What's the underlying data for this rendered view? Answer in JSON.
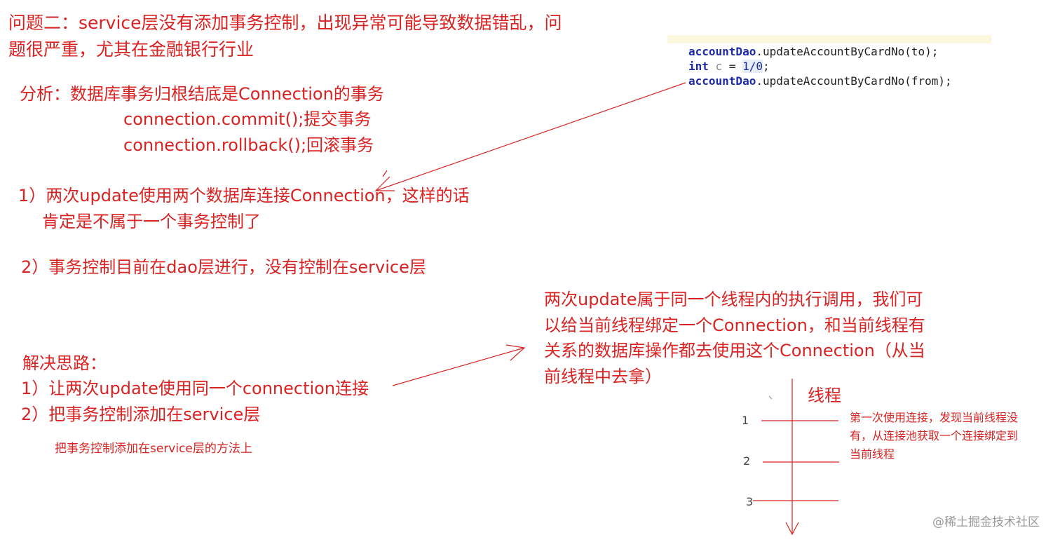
{
  "title": {
    "line1": "问题二：service层没有添加事务控制，出现异常可能导致数据错乱，问",
    "line2": "题很严重，尤其在金融银行行业"
  },
  "analysis": {
    "heading": "分析：数据库事务归根结底是Connection的事务",
    "commit": "connection.commit();提交事务",
    "rollback": "connection.rollback();回滚事务"
  },
  "points": {
    "p1_line1": "1）两次update使用两个数据库连接Connection，这样的话",
    "p1_line2": "肯定是不属于一个事务控制了",
    "p2": "2）事务控制目前在dao层进行，没有控制在service层"
  },
  "solution": {
    "heading": "解决思路：",
    "s1": "1）让两次update使用同一个connection连接",
    "s2": "2）把事务控制添加在service层",
    "note": "把事务控制添加在service层的方法上"
  },
  "explanation": {
    "line1": "两次update属于同一个线程内的执行调用，我们可",
    "line2": "以给当前线程绑定一个Connection，和当前线程有",
    "line3": "关系的数据库操作都去使用这个Connection（从当",
    "line4": "前线程中去拿）"
  },
  "code": {
    "line1_obj": "accountDao",
    "line1_rest": ".updateAccountByCardNo(to);",
    "line2_kw": "int",
    "line2_var": " c ",
    "line2_eq": "= ",
    "line2_num": "1/0",
    "line2_end": ";",
    "line3_obj": "accountDao",
    "line3_rest": ".updateAccountByCardNo(from);"
  },
  "thread": {
    "label": "线程",
    "ticks": [
      "1",
      "2",
      "3"
    ],
    "note_line1": "第一次使用连接，发现当前线程没",
    "note_line2": "有，从连接池获取一个连接绑定到",
    "note_line3": "当前线程"
  },
  "watermark": "@稀土掘金技术社区",
  "colors": {
    "annotation_red": "#d92323",
    "code_keyword": "#1d2aa6"
  }
}
